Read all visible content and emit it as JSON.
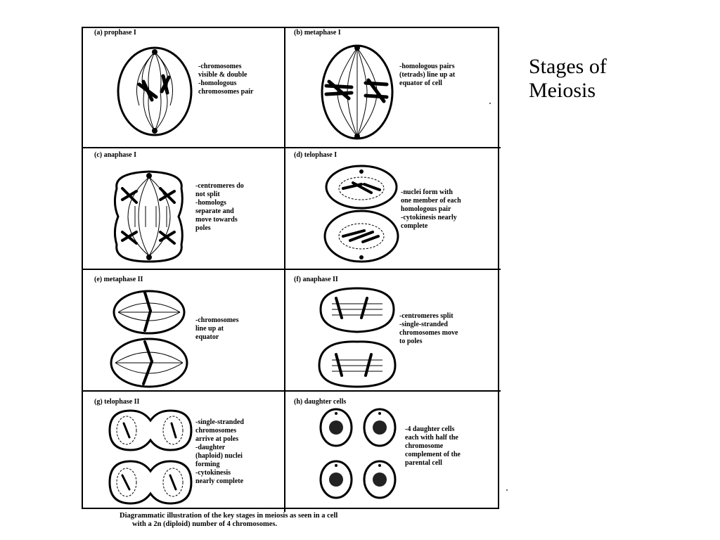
{
  "title": {
    "line1": "Stages of",
    "line2": "Meiosis"
  },
  "panels": {
    "a": {
      "label": "(a) prophase I",
      "desc": [
        "-chromosomes",
        "visible & double",
        "-homologous",
        "chromosomes pair"
      ]
    },
    "b": {
      "label": "(b) metaphase I",
      "desc": [
        "-homologous pairs",
        "(tetrads) line up at",
        "equator of cell"
      ]
    },
    "c": {
      "label": "(c) anaphase I",
      "desc": [
        "-centromeres do",
        "not split",
        "-homologs",
        "separate and",
        "move towards",
        "poles"
      ]
    },
    "d": {
      "label": "(d) telophase I",
      "desc": [
        "-nuclei form with",
        "one member of each",
        "homologous pair",
        "-cytokinesis nearly",
        "complete"
      ]
    },
    "e": {
      "label": "(e) metaphase II",
      "desc": [
        "-chromosomes",
        "line up at",
        "equator"
      ]
    },
    "f": {
      "label": "(f) anaphase II",
      "desc": [
        "-centromeres split",
        "-single-stranded",
        "chromosomes move",
        "to poles"
      ]
    },
    "g": {
      "label": "(g) telophase II",
      "desc": [
        "-single-stranded",
        "chromosomes",
        "arrive at poles",
        "-daughter",
        "(haploid) nuclei",
        "forming",
        "-cytokinesis",
        "nearly complete"
      ]
    },
    "h": {
      "label": "(h) daughter cells",
      "desc": [
        "-4 daughter cells",
        "each with half the",
        "chromosome",
        "complement of the",
        "parental cell"
      ]
    }
  },
  "caption": {
    "line1": "Diagrammatic illustration of the key stages in meiosis as seen in a cell",
    "line2": "with a 2n (diploid) number of 4 chromosomes."
  }
}
